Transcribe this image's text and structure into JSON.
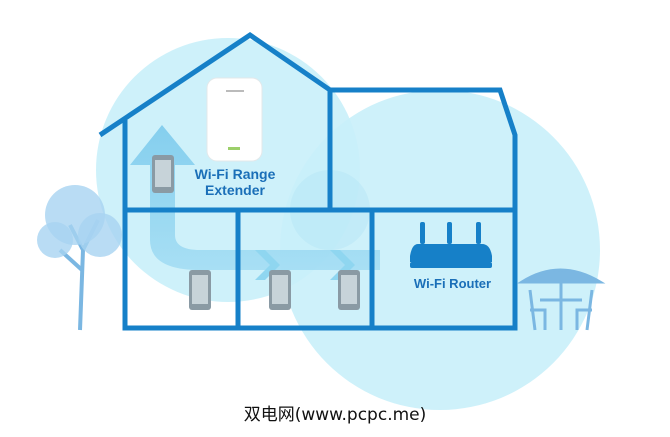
{
  "labels": {
    "extender": [
      "Wi-Fi Range",
      "Extender"
    ],
    "router": "Wi-Fi Router"
  },
  "caption": "双电网(www.pcpc.me)",
  "colors": {
    "house_line": "#1680c8",
    "coverage": "#c9eff9",
    "text": "#1a6fb8",
    "arrow": "#8fd6f0"
  }
}
